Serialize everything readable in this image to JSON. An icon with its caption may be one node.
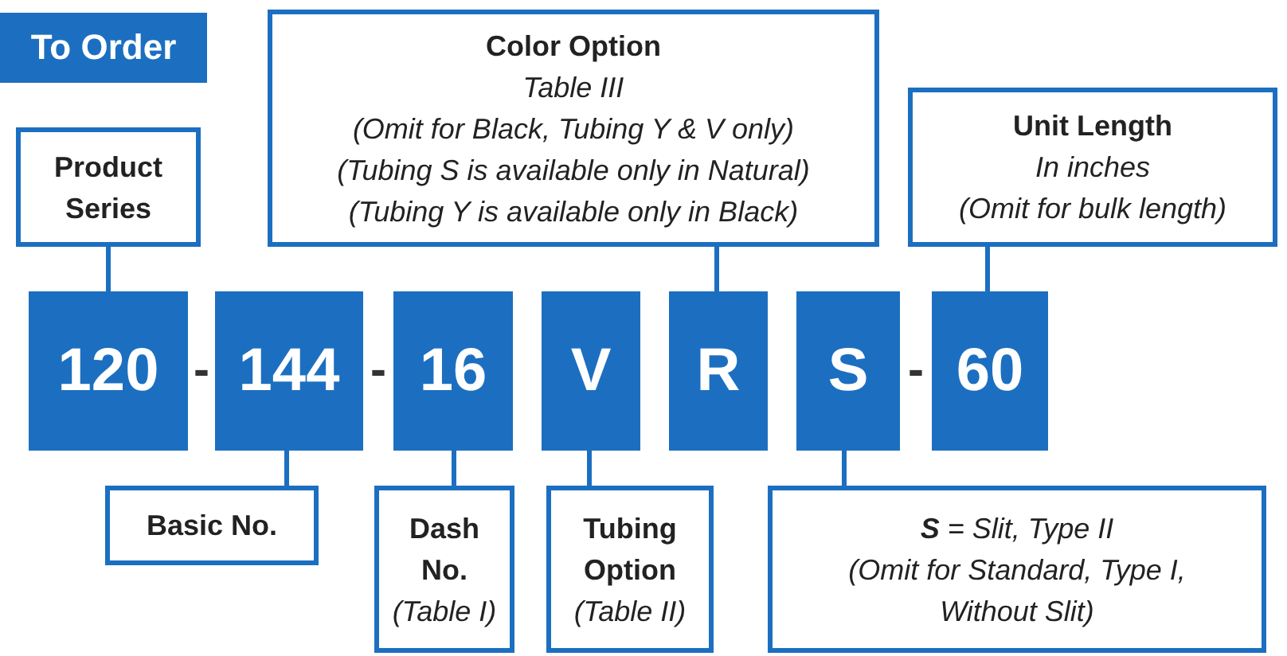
{
  "diagram": {
    "nodes": [
      {
        "text": [
          "To Order"
        ]
      },
      {
        "text": [
          "Product Series"
        ]
      },
      {
        "text": [
          "Color Option",
          "Table III",
          "(Omit for Black, Tubing Y & V only)",
          "(Tubing S is available only in Natural)",
          "(Tubing Y is available only in Black)"
        ]
      },
      {
        "text": [
          "Unit Length",
          "In inches",
          "(Omit for bulk length)"
        ]
      },
      {
        "text": [
          "120"
        ]
      },
      {
        "text": [
          "144"
        ]
      },
      {
        "text": [
          "16"
        ]
      },
      {
        "text": [
          "V"
        ]
      },
      {
        "text": [
          "R"
        ]
      },
      {
        "text": [
          "S"
        ]
      },
      {
        "text": [
          "60"
        ]
      },
      {
        "text": [
          "Basic No."
        ]
      },
      {
        "text": [
          "Dash No.",
          "(Table I)"
        ]
      },
      {
        "text": [
          "Tubing Option",
          "(Table II)"
        ]
      },
      {
        "text": [
          "**S** = Slit, Type II",
          "(Omit for Standard, Type I, Without Slit)"
        ]
      }
    ],
    "edges": [
      {
        "from": 1,
        "to": 4,
        "arrow": "none"
      },
      {
        "from": 2,
        "to": 8,
        "arrow": "none"
      },
      {
        "from": 3,
        "to": 10,
        "arrow": "none"
      },
      {
        "from": 5,
        "to": 11,
        "arrow": "none"
      },
      {
        "from": 6,
        "to": 12,
        "arrow": "none"
      },
      {
        "from": 7,
        "to": 13,
        "arrow": "none"
      },
      {
        "from": 9,
        "to": 14,
        "arrow": "none"
      }
    ],
    "labels": [
      "-",
      "-",
      "-"
    ]
  }
}
